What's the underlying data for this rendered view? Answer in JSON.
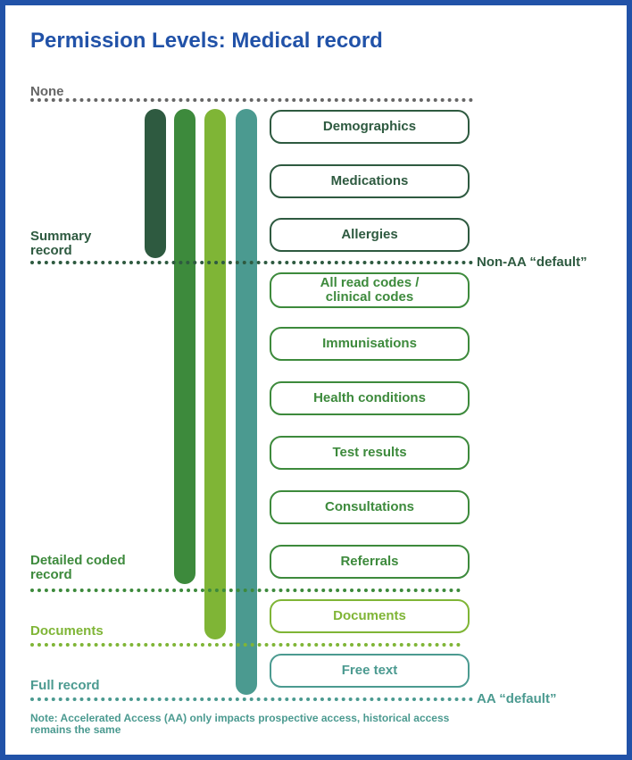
{
  "title": "Permission Levels: Medical record",
  "colors": {
    "border": "#2152a8",
    "none": "#666666",
    "summary": "#2e5a40",
    "detailed": "#3d8a3c",
    "documents": "#7fb536",
    "full": "#4b9a90"
  },
  "levels": {
    "none": "None",
    "summary": "Summary\nrecord",
    "detailed": "Detailed coded\nrecord",
    "documents": "Documents",
    "full": "Full record"
  },
  "markers": {
    "non_aa_default": "Non-AA “default”",
    "aa_default": "AA “default”"
  },
  "items": [
    {
      "label": "Demographics",
      "level": "summary"
    },
    {
      "label": "Medications",
      "level": "summary"
    },
    {
      "label": "Allergies",
      "level": "summary"
    },
    {
      "label": "All read codes /\nclinical codes",
      "level": "detailed"
    },
    {
      "label": "Immunisations",
      "level": "detailed"
    },
    {
      "label": "Health conditions",
      "level": "detailed"
    },
    {
      "label": "Test results",
      "level": "detailed"
    },
    {
      "label": "Consultations",
      "level": "detailed"
    },
    {
      "label": "Referrals",
      "level": "detailed"
    },
    {
      "label": "Documents",
      "level": "documents"
    },
    {
      "label": "Free text",
      "level": "full"
    }
  ],
  "note": "Note: Accelerated Access (AA) only impacts prospective access, historical access remains the same"
}
